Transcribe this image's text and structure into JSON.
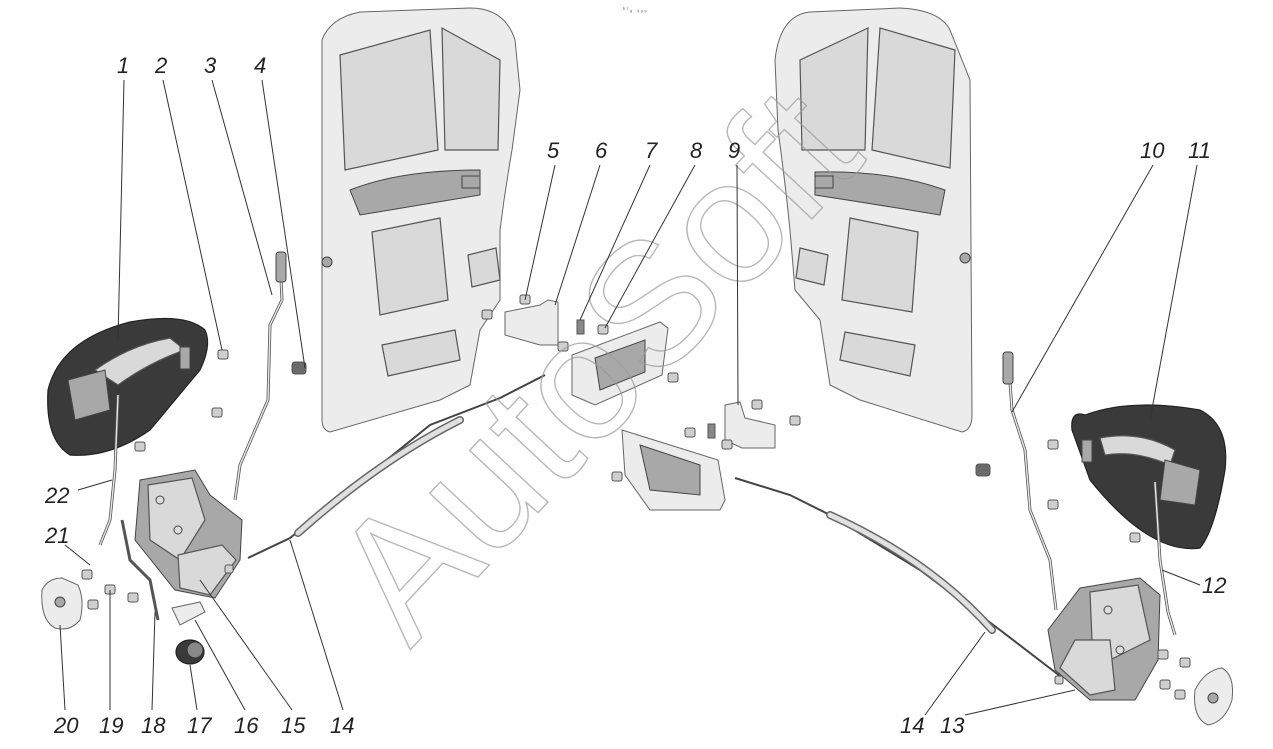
{
  "corner_mark": "⁵⁷₈ ₉₉₉",
  "watermark": "AutoSoft",
  "callouts": [
    "1",
    "2",
    "3",
    "4",
    "5",
    "6",
    "7",
    "8",
    "9",
    "10",
    "11",
    "12",
    "13",
    "14",
    "15",
    "16",
    "17",
    "18",
    "19",
    "20",
    "21",
    "22",
    "14"
  ]
}
